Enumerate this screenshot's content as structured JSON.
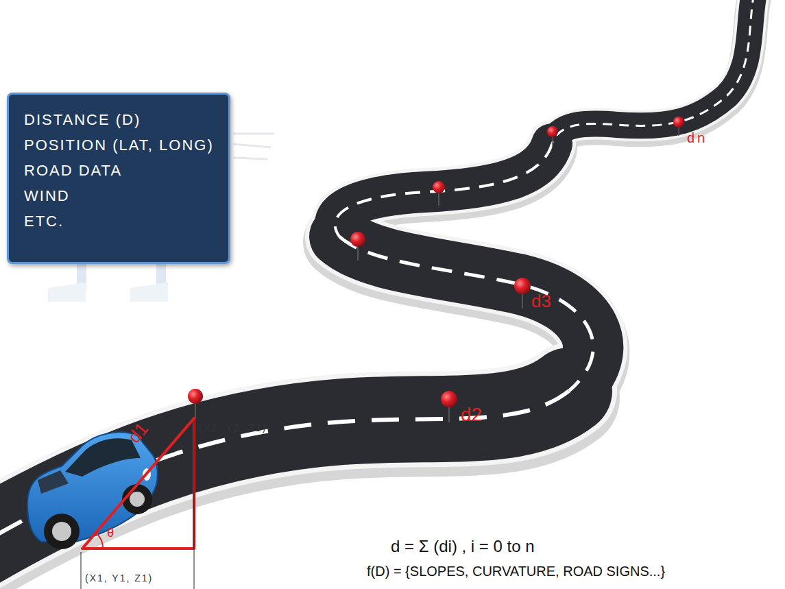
{
  "diagram": {
    "nodes": [
      {
        "text": [
          "DISTANCE (D)",
          "POSITION (LAT, LONG)",
          "ROAD DATA",
          "WIND",
          "ETC."
        ]
      }
    ],
    "labels": [
      "d1",
      "d2",
      "d3",
      "dn",
      "(X2, Y2, Z2)",
      "(X1, Y1, Z1)",
      "θ",
      "d = Σ (di) , i = 0 to n",
      "f(D) = {SLOPES, CURVATURE, ROAD SIGNS...}"
    ]
  }
}
